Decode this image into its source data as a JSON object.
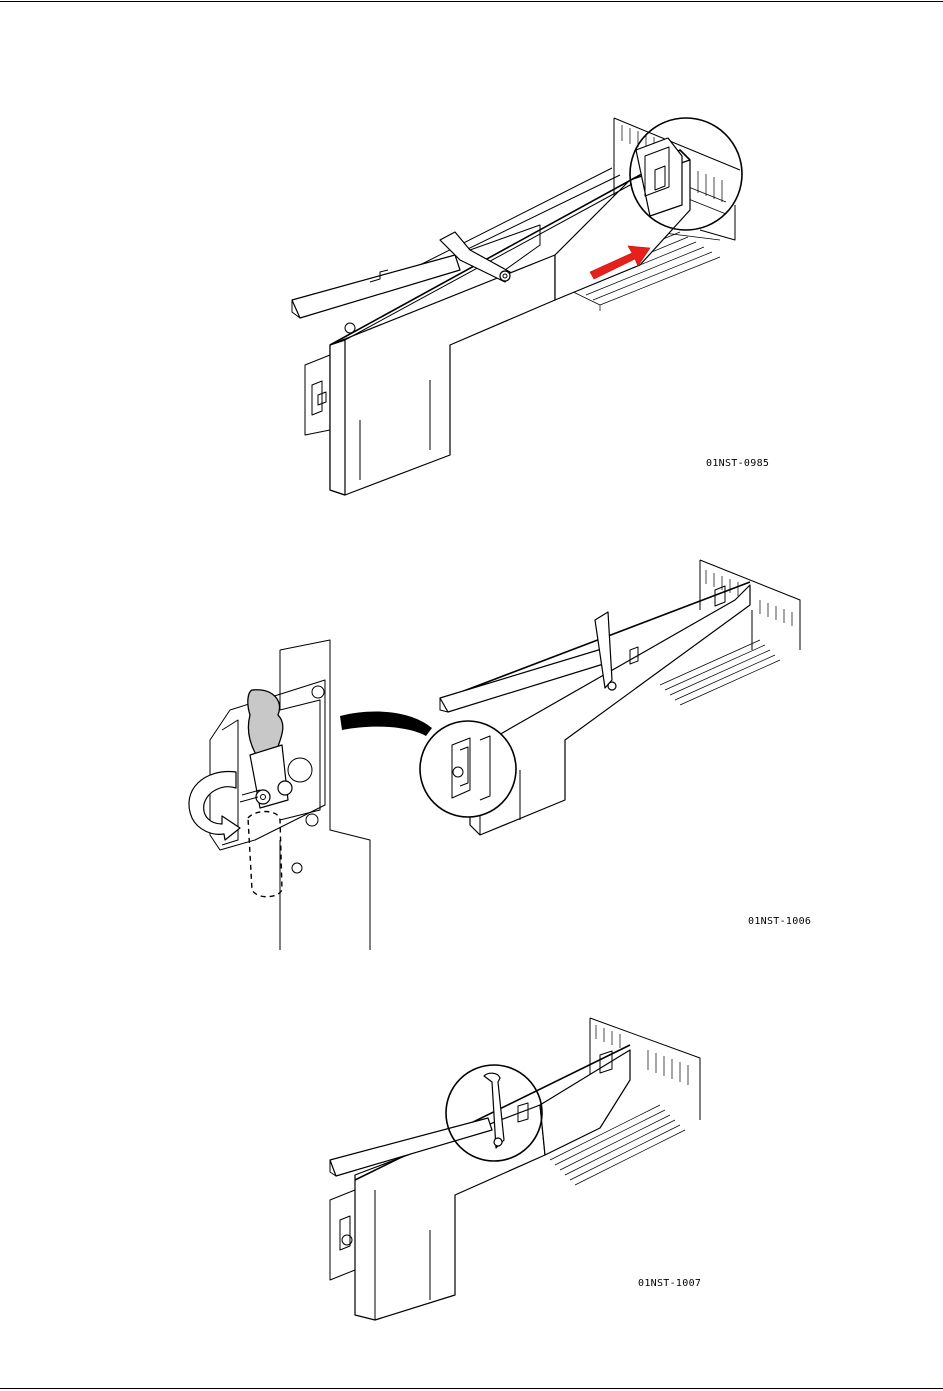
{
  "figures": [
    {
      "id": "fig-1",
      "caption_code": "01NST-0985"
    },
    {
      "id": "fig-2",
      "caption_code": "01NST-1006"
    },
    {
      "id": "fig-3",
      "caption_code": "01NST-1007"
    }
  ],
  "colors": {
    "insert_arrow": "#e8201c",
    "latch_grip": "#c8c8c8",
    "line": "#000000"
  }
}
